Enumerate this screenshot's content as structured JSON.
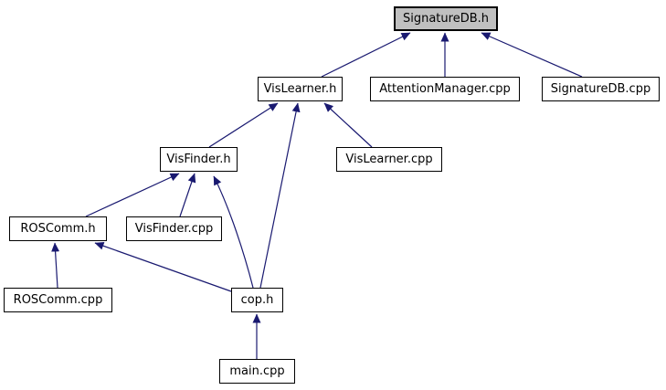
{
  "diagram": {
    "kind": "include-dependency-graph",
    "root": "SignatureDB.h",
    "colors": {
      "edge": "#191970",
      "node_fill": "#ffffff",
      "node_border": "#000000",
      "root_fill": "#c0c0c0",
      "background": "#ffffff"
    },
    "nodes": [
      {
        "id": "signaturedb-h",
        "label": "SignatureDB.h",
        "highlighted": true
      },
      {
        "id": "vislearner-h",
        "label": "VisLearner.h",
        "highlighted": false
      },
      {
        "id": "attentionmanager-cpp",
        "label": "AttentionManager.cpp",
        "highlighted": false
      },
      {
        "id": "signaturedb-cpp",
        "label": "SignatureDB.cpp",
        "highlighted": false
      },
      {
        "id": "visfinder-h",
        "label": "VisFinder.h",
        "highlighted": false
      },
      {
        "id": "vislearner-cpp",
        "label": "VisLearner.cpp",
        "highlighted": false
      },
      {
        "id": "roscomm-h",
        "label": "ROSComm.h",
        "highlighted": false
      },
      {
        "id": "visfinder-cpp",
        "label": "VisFinder.cpp",
        "highlighted": false
      },
      {
        "id": "roscomm-cpp",
        "label": "ROSComm.cpp",
        "highlighted": false
      },
      {
        "id": "cop-h",
        "label": "cop.h",
        "highlighted": false
      },
      {
        "id": "main-cpp",
        "label": "main.cpp",
        "highlighted": false
      }
    ],
    "edges": [
      {
        "from": "VisLearner.h",
        "to": "SignatureDB.h"
      },
      {
        "from": "AttentionManager.cpp",
        "to": "SignatureDB.h"
      },
      {
        "from": "SignatureDB.cpp",
        "to": "SignatureDB.h"
      },
      {
        "from": "VisFinder.h",
        "to": "VisLearner.h"
      },
      {
        "from": "cop.h",
        "to": "VisLearner.h"
      },
      {
        "from": "VisLearner.cpp",
        "to": "VisLearner.h"
      },
      {
        "from": "ROSComm.h",
        "to": "VisFinder.h"
      },
      {
        "from": "VisFinder.cpp",
        "to": "VisFinder.h"
      },
      {
        "from": "cop.h",
        "to": "VisFinder.h"
      },
      {
        "from": "ROSComm.cpp",
        "to": "ROSComm.h"
      },
      {
        "from": "cop.h",
        "to": "ROSComm.h"
      },
      {
        "from": "main.cpp",
        "to": "cop.h"
      }
    ]
  }
}
